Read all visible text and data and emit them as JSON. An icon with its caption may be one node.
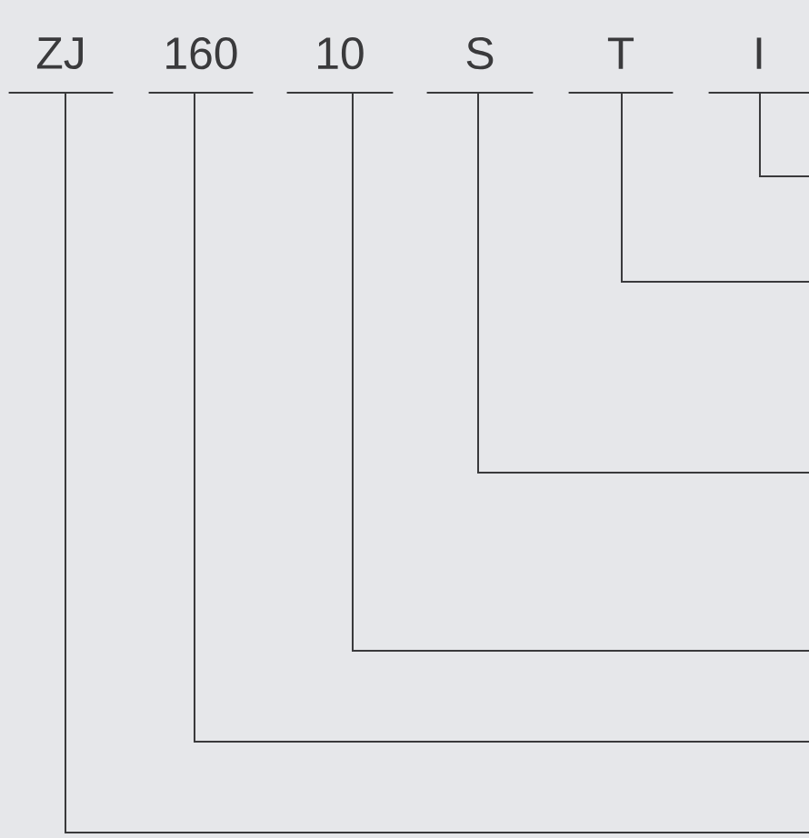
{
  "diagram": {
    "nodes": [
      {
        "text": [
          "ZJ"
        ]
      },
      {
        "text": [
          "160"
        ]
      },
      {
        "text": [
          "10"
        ]
      },
      {
        "text": [
          "S"
        ]
      },
      {
        "text": [
          "T"
        ]
      },
      {
        "text": [
          "I"
        ]
      }
    ],
    "edges": [
      {
        "from": 0,
        "to": null,
        "arrow": "none"
      },
      {
        "from": 1,
        "to": null,
        "arrow": "none"
      },
      {
        "from": 2,
        "to": null,
        "arrow": "none"
      },
      {
        "from": 3,
        "to": null,
        "arrow": "none"
      },
      {
        "from": 4,
        "to": null,
        "arrow": "none"
      },
      {
        "from": 5,
        "to": null,
        "arrow": "none"
      }
    ]
  }
}
